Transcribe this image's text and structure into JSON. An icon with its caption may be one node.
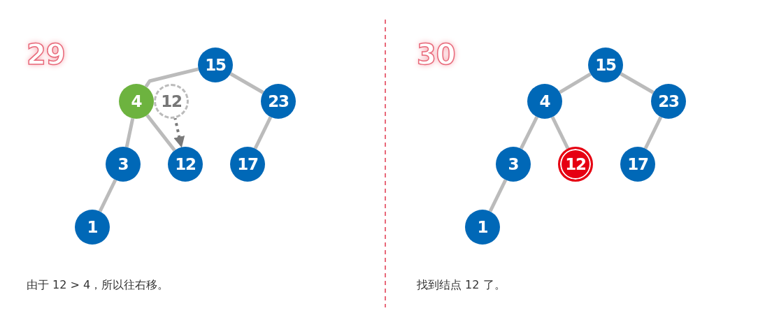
{
  "diagram": {
    "nodes": [
      {
        "text": [
          "15"
        ]
      },
      {
        "text": [
          "4"
        ]
      },
      {
        "text": [
          "12"
        ]
      },
      {
        "text": [
          "23"
        ]
      },
      {
        "text": [
          "3"
        ]
      },
      {
        "text": [
          "12"
        ]
      },
      {
        "text": [
          "17"
        ]
      },
      {
        "text": [
          "1"
        ]
      },
      {
        "text": [
          "15"
        ]
      },
      {
        "text": [
          "4"
        ]
      },
      {
        "text": [
          "23"
        ]
      },
      {
        "text": [
          "3"
        ]
      },
      {
        "text": [
          "12"
        ]
      },
      {
        "text": [
          "17"
        ]
      },
      {
        "text": [
          "1"
        ]
      }
    ],
    "edges": [
      {
        "from": 0,
        "to": 1,
        "arrow": "none"
      },
      {
        "from": 0,
        "to": 3,
        "arrow": "none"
      },
      {
        "from": 1,
        "to": 4,
        "arrow": "none"
      },
      {
        "from": 1,
        "to": 5,
        "arrow": "none"
      },
      {
        "from": 3,
        "to": 6,
        "arrow": "none"
      },
      {
        "from": 4,
        "to": 7,
        "arrow": "none"
      },
      {
        "from": 2,
        "to": 5,
        "arrow": "to",
        "style": "dashed",
        "color": "#7a7a7a"
      },
      {
        "from": 8,
        "to": 9,
        "arrow": "none"
      },
      {
        "from": 8,
        "to": 10,
        "arrow": "none"
      },
      {
        "from": 9,
        "to": 11,
        "arrow": "none"
      },
      {
        "from": 9,
        "to": 12,
        "arrow": "none"
      },
      {
        "from": 10,
        "to": 13,
        "arrow": "none"
      },
      {
        "from": 11,
        "to": 14,
        "arrow": "none"
      }
    ],
    "labels": [
      "29",
      "由于 12 > 4，所以往右移。",
      "30",
      "找到结点 12 了。"
    ]
  }
}
